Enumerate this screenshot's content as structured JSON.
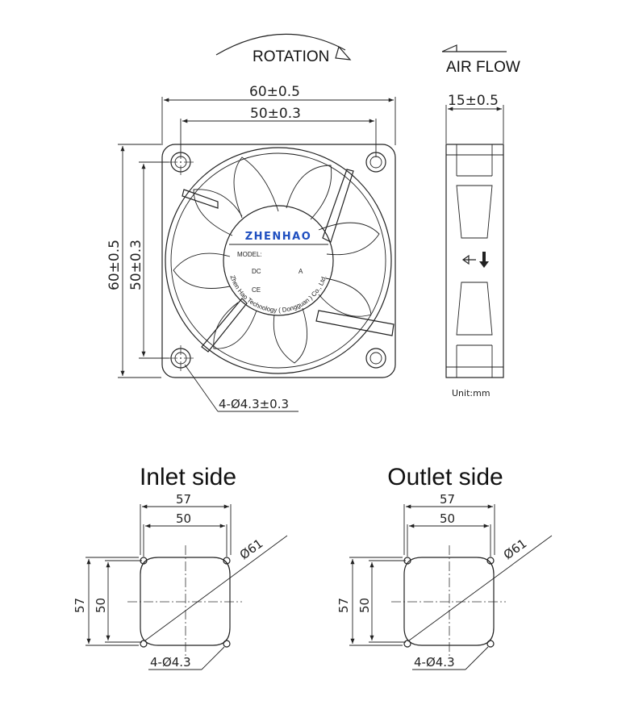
{
  "top_view": {
    "rotation_label": "ROTATION",
    "airflow_label": "AIR FLOW",
    "dim_outer_width": "60±0.5",
    "dim_hole_width": "50±0.3",
    "dim_outer_height": "60±0.5",
    "dim_hole_height": "50±0.3",
    "dim_thickness": "15±0.5",
    "dim_holes": "4-Ø4.3±0.3",
    "unit_label": "Unit:mm",
    "label": {
      "brand": "ZHENHAO",
      "model": "MODEL:",
      "dc": "DC",
      "amp": "A",
      "ce": "CE",
      "company": "Zhen Hao Technology ( Dongguan ) Co., Ltd."
    }
  },
  "inlet": {
    "title": "Inlet side",
    "dim_57_h": "57",
    "dim_50_h": "50",
    "dim_57_v": "57",
    "dim_50_v": "50",
    "dim_dia": "Ø61",
    "dim_holes": "4-Ø4.3"
  },
  "outlet": {
    "title": "Outlet side",
    "dim_57_h": "57",
    "dim_50_h": "50",
    "dim_57_v": "57",
    "dim_50_v": "50",
    "dim_dia": "Ø61",
    "dim_holes": "4-Ø4.3"
  }
}
